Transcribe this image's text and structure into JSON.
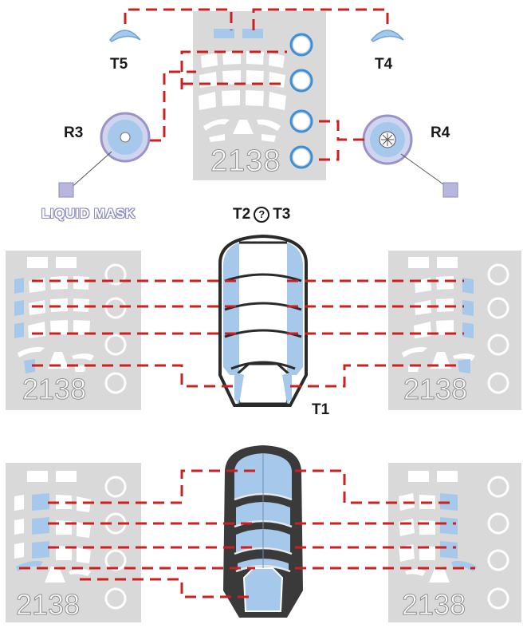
{
  "labels": {
    "t5": "T5",
    "t4": "T4",
    "r3": "R3",
    "r4": "R4",
    "t2": "T2",
    "t3": "T3",
    "t2_t3_separator": "?",
    "t1": "T1",
    "liquid_mask": "LIQUID MASK"
  },
  "sheet_number": "2138",
  "colors": {
    "mask_sheet": "#d9d9d9",
    "mask_blue": "#a6c8ea",
    "leader_red": "#cc2020",
    "canopy_frame": "#2a2a2a",
    "liquid_mask_purple": "#8a88c4"
  }
}
